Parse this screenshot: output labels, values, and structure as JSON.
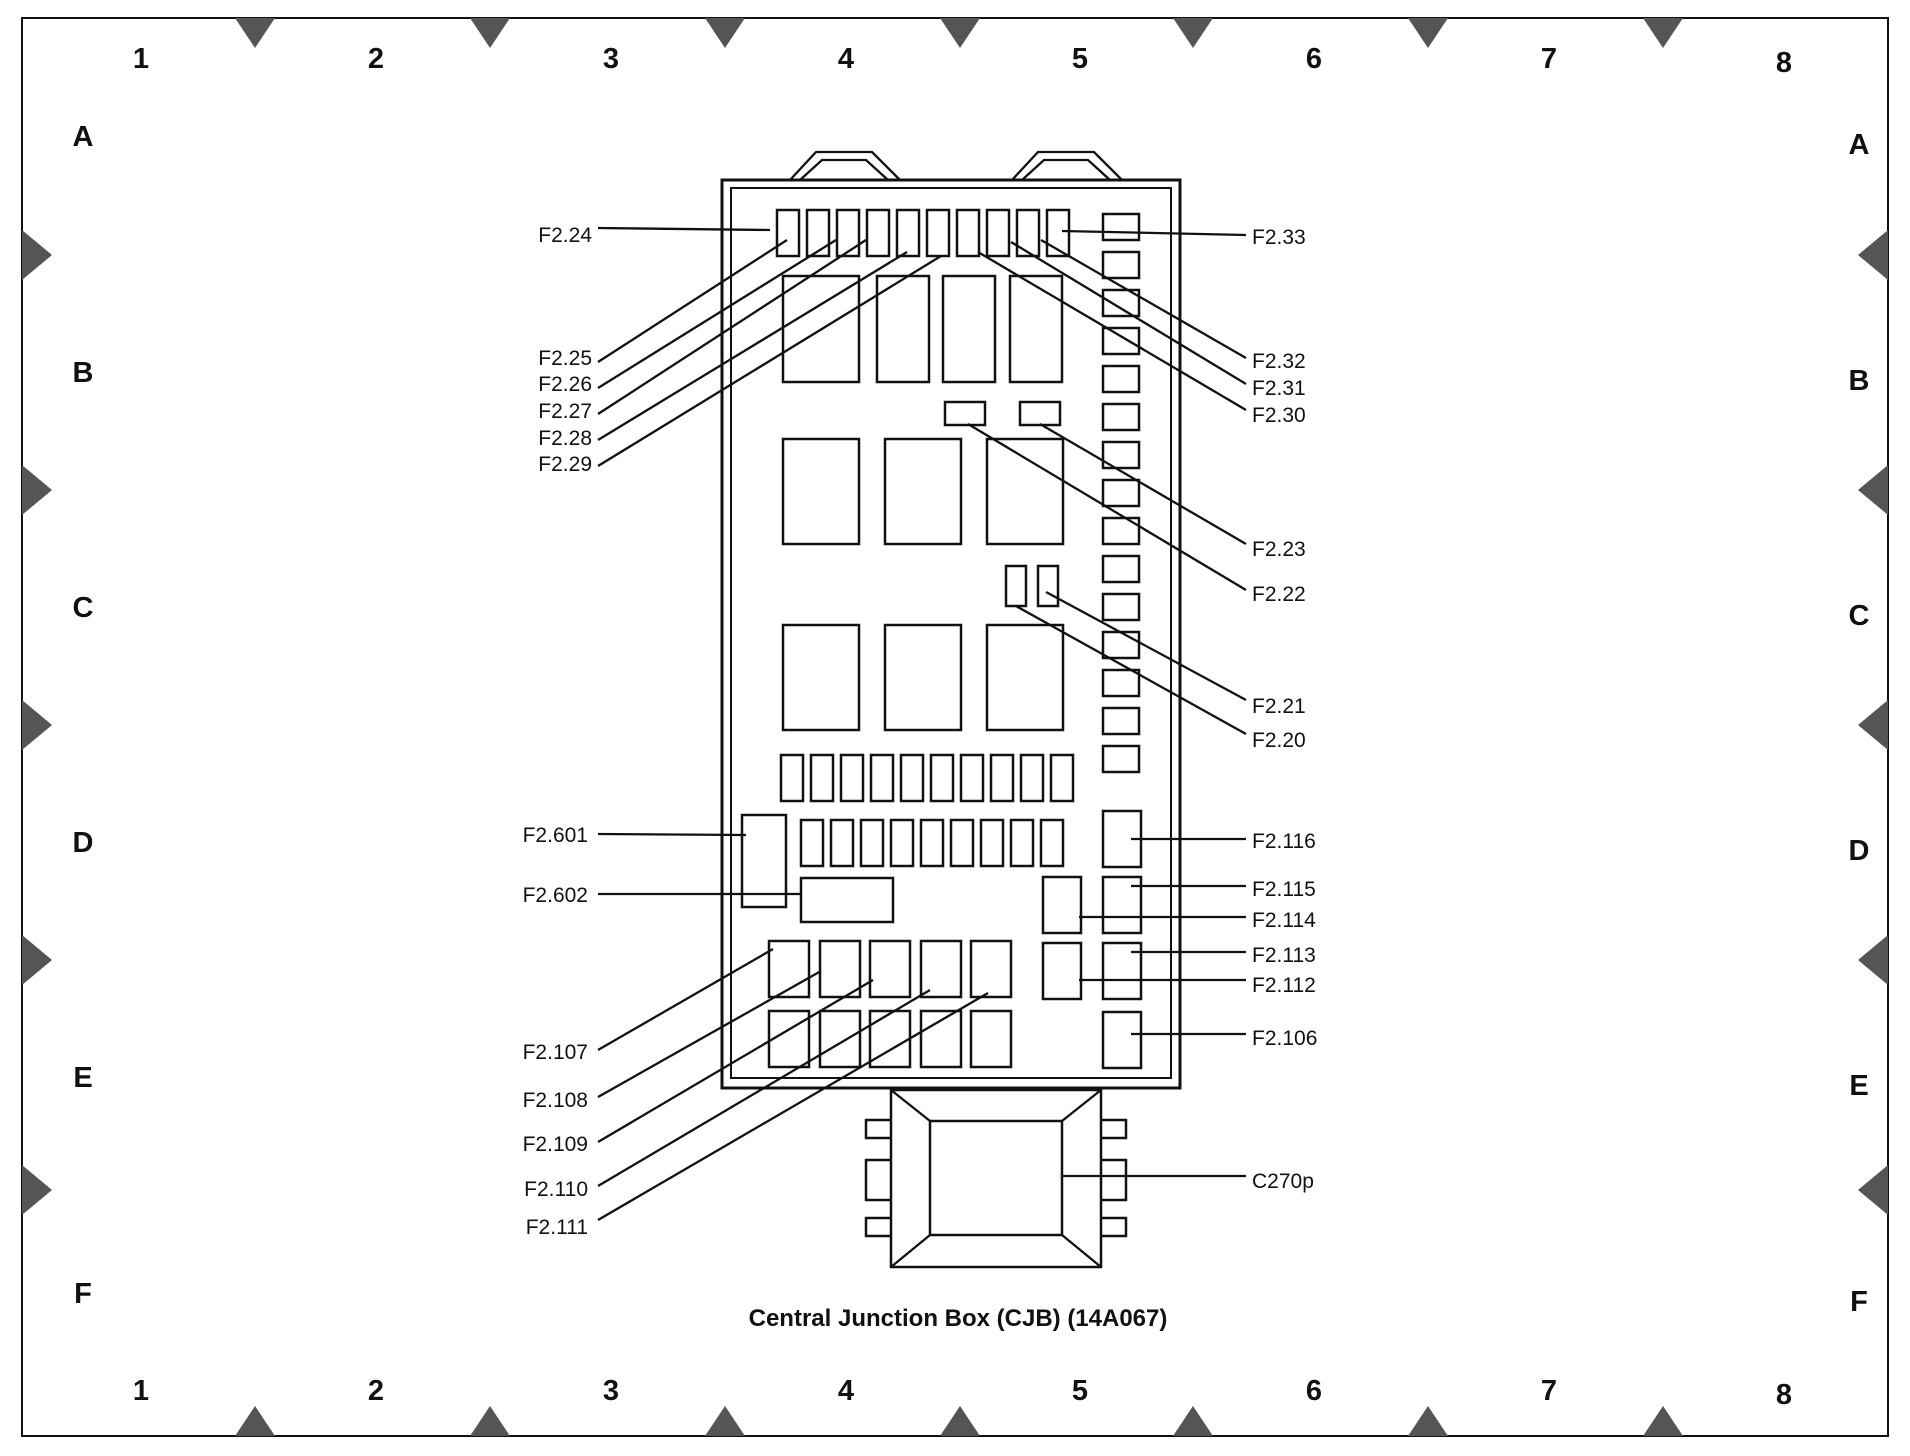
{
  "grid": {
    "columns": [
      "1",
      "2",
      "3",
      "4",
      "5",
      "6",
      "7",
      "8"
    ],
    "rows": [
      "A",
      "B",
      "C",
      "D",
      "E",
      "F"
    ]
  },
  "caption": "Central Junction Box (CJB) (14A067)",
  "labels": {
    "f2_24": "F2.24",
    "f2_25": "F2.25",
    "f2_26": "F2.26",
    "f2_27": "F2.27",
    "f2_28": "F2.28",
    "f2_29": "F2.29",
    "f2_33": "F2.33",
    "f2_32": "F2.32",
    "f2_31": "F2.31",
    "f2_30": "F2.30",
    "f2_23": "F2.23",
    "f2_22": "F2.22",
    "f2_21": "F2.21",
    "f2_20": "F2.20",
    "f2_601": "F2.601",
    "f2_602": "F2.602",
    "f2_116": "F2.116",
    "f2_115": "F2.115",
    "f2_114": "F2.114",
    "f2_113": "F2.113",
    "f2_112": "F2.112",
    "f2_106": "F2.106",
    "f2_107": "F2.107",
    "f2_108": "F2.108",
    "f2_109": "F2.109",
    "f2_110": "F2.110",
    "f2_111": "F2.111",
    "c270p": "C270p"
  }
}
